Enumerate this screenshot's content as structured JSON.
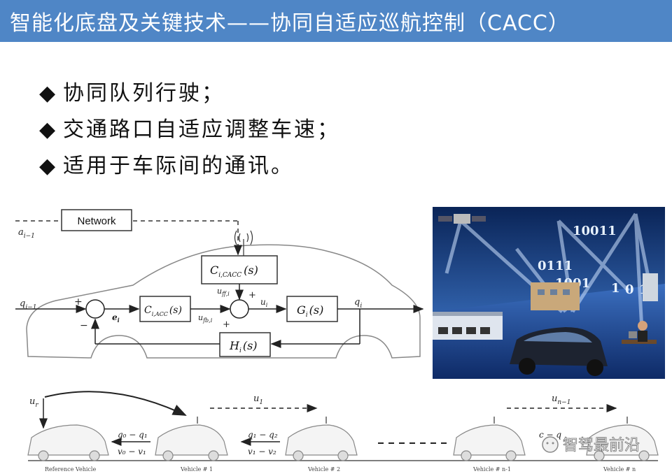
{
  "header": {
    "title": "智能化底盘及关键技术——协同自适应巡航控制（CACC）"
  },
  "bullets": [
    {
      "mark": "◆",
      "text": "协同队列行驶；"
    },
    {
      "mark": "◆",
      "text": "交通路口自适应调整车速；"
    },
    {
      "mark": "◆",
      "text": "适用于车际间的通讯。"
    }
  ],
  "diagram": {
    "network": "Network",
    "a_input": "a",
    "a_sub": "i−1",
    "q_in": "q",
    "q_in_sub": "i−1",
    "plus1": "+",
    "minus1": "−",
    "e_label": "e",
    "e_sub": "i",
    "acc_block": "C",
    "acc_sub": "i,ACC",
    "acc_s": "(s)",
    "cacc_block": "C",
    "cacc_sub": "i,CACC",
    "cacc_s": "(s)",
    "uff": "u",
    "uff_sub": "ff,i",
    "ufb": "u",
    "ufb_sub": "fb,i",
    "plus2": "+",
    "plus3": "+",
    "ui": "u",
    "ui_sub": "i",
    "g_block": "G",
    "g_sub": "i",
    "g_s": "(s)",
    "q_out": "q",
    "q_out_sub": "i",
    "h_block": "H",
    "h_sub": "i",
    "h_s": "(s)"
  },
  "platoon": {
    "ur": "u",
    "ur_sub": "r",
    "u1hat": "u",
    "u1hat_sub": "1",
    "unhat": "u",
    "unhat_sub": "n−1",
    "gap1_top": "q₀ − q₁",
    "gap1_bottom": "v₀ − v₁",
    "gap2_top": "q₁ − q₂",
    "gap2_bottom": "v₁ − v₂",
    "gapn_top": "c   − q",
    "vehicles": [
      "Reference Vehicle",
      "Vehicle # 1",
      "Vehicle # 2",
      "Vehicle # n-1",
      "Vehicle # n"
    ],
    "watermark": "智驾最前沿"
  },
  "photo_bits": [
    "10011",
    "0111",
    "1001",
    "1",
    "0",
    "1"
  ]
}
